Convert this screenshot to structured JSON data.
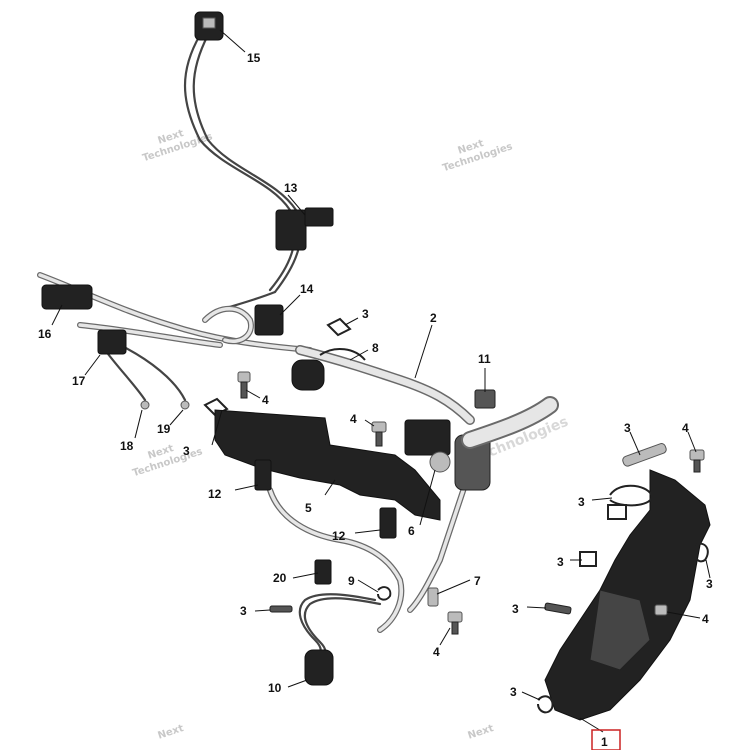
{
  "callouts": {
    "c15": "15",
    "c13": "13",
    "c14": "14",
    "c16": "16",
    "c17": "17",
    "c18": "18",
    "c19": "19",
    "c3a": "3",
    "c3b": "3",
    "c8": "8",
    "c2": "2",
    "c11": "11",
    "c4a": "4",
    "c4b": "4",
    "c12a": "12",
    "c12b": "12",
    "c5": "5",
    "c6": "6",
    "c20": "20",
    "c9": "9",
    "c7": "7",
    "c3c": "3",
    "c4c": "4",
    "c10": "10",
    "c3d": "3",
    "c4d": "4",
    "c3e": "3",
    "c3f": "3",
    "c3g": "3",
    "c3h": "3",
    "c4e": "4",
    "c3i": "3",
    "c1": "1"
  },
  "watermark": {
    "line1": "Next",
    "line2": "Technologies"
  },
  "colors": {
    "highlight_box": "#cc2222",
    "ink": "#111111",
    "watermark": "#c8c8c8"
  }
}
